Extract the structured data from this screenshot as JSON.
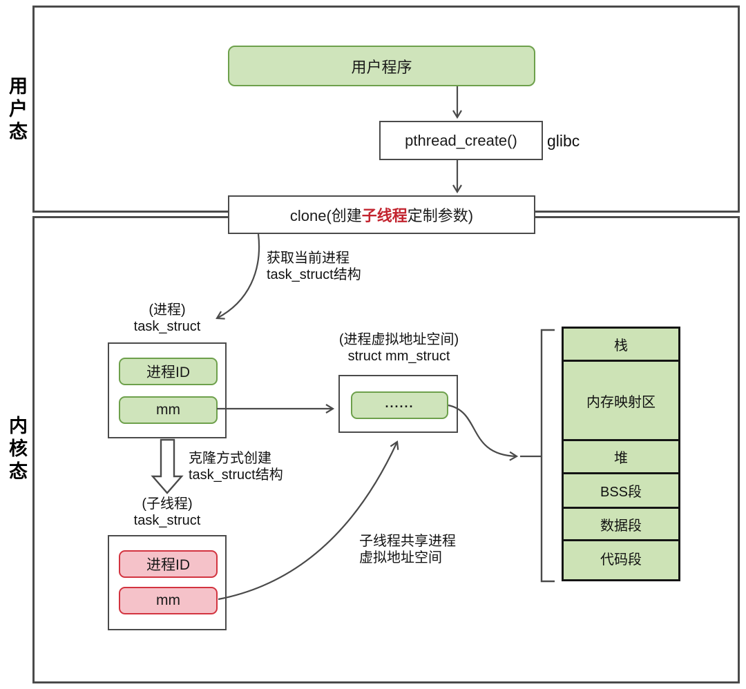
{
  "labels": {
    "user_mode": "用户态",
    "kernel_mode": "内核态"
  },
  "user_flow": {
    "user_program": "用户程序",
    "pthread_create": "pthread_create()",
    "glibc": "glibc",
    "clone_prefix": "clone(创建",
    "clone_highlight": "子线程",
    "clone_suffix": "定制参数)"
  },
  "kernel": {
    "fetch_annotation": "获取当前进程\ntask_struct结构",
    "clone_annotation": "克隆方式创建\ntask_struct结构",
    "share_annotation": "子线程共享进程\n虚拟地址空间",
    "process_struct": {
      "caption": "(进程)\ntask_struct",
      "fields": [
        "进程ID",
        "mm"
      ]
    },
    "thread_struct": {
      "caption": "(子线程)\ntask_struct",
      "fields": [
        "进程ID",
        "mm"
      ]
    },
    "mm_struct": {
      "caption": "(进程虚拟地址空间)\nstruct mm_struct",
      "field": "......"
    },
    "memory_segments": [
      "栈",
      "内存映射区",
      "堆",
      "BSS段",
      "数据段",
      "代码段"
    ]
  },
  "colors": {
    "green_fill": "#cfe4bb",
    "green_border": "#6da04b",
    "red_fill": "#f5c2c9",
    "red_border": "#d2333f",
    "highlight_text": "#c2232e",
    "box_border": "#4a4a4a",
    "table_border": "#141414"
  }
}
